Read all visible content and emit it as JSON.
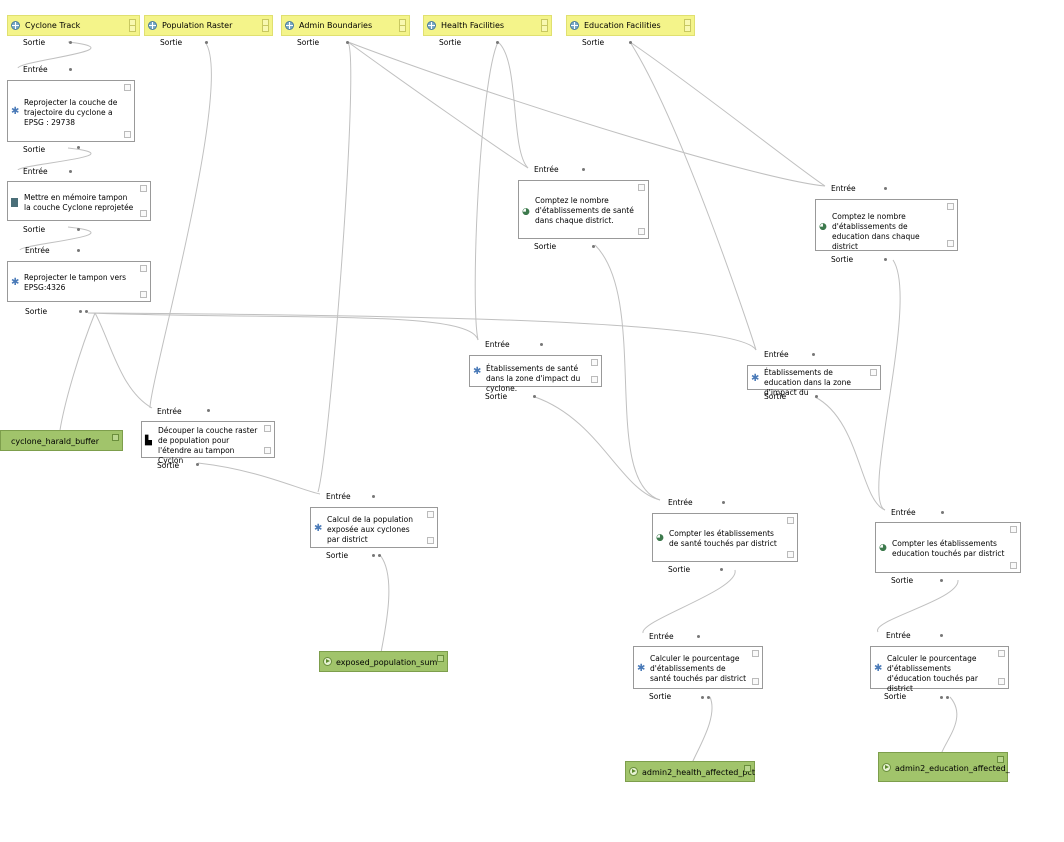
{
  "ports": {
    "in": "Entrée",
    "out": "Sortie"
  },
  "inputs": [
    {
      "label": "Cyclone Track"
    },
    {
      "label": "Population Raster"
    },
    {
      "label": "Admin Boundaries"
    },
    {
      "label": "Health Facilities"
    },
    {
      "label": "Education Facilities"
    }
  ],
  "algorithms": [
    {
      "label": "Reprojecter la couche de trajectoire du cyclone a EPSG : 29738",
      "icon": "gear-icon"
    },
    {
      "label": "Mettre en mémoire tampon la couche Cyclone reprojetée",
      "icon": "buffer-icon"
    },
    {
      "label": "Reprojecter le tampon vers EPSG:4326",
      "icon": "gear-icon"
    },
    {
      "label": "Découper la couche raster de population pour l'étendre au tampon Cyclon",
      "icon": "raster-clip-icon"
    },
    {
      "label": "Calcul de la population exposée aux cyclones par district",
      "icon": "gear-icon"
    },
    {
      "label": "Comptez le nombre d'établissements de santé dans chaque district.",
      "icon": "count-icon"
    },
    {
      "label": "Établissements de santé dans la zone d'impact du cyclone.",
      "icon": "gear-icon"
    },
    {
      "label": "Comptez le nombre d'établissements de education dans chaque district",
      "icon": "count-icon"
    },
    {
      "label": "Établissements de education dans la zone d'impact du",
      "icon": "gear-icon"
    },
    {
      "label": "Compter les établissements de santé touchés par district",
      "icon": "count-icon"
    },
    {
      "label": "Compter les établissements education touchés par district",
      "icon": "count-icon"
    },
    {
      "label": "Calculer le pourcentage d'établissements de santé touchés par district",
      "icon": "gear-icon"
    },
    {
      "label": "Calculer le pourcentage d'établissements d'éducation touchés par district",
      "icon": "gear-icon"
    }
  ],
  "outputs": [
    {
      "label": "cyclone_harald_buffer"
    },
    {
      "label": "exposed_population_sum"
    },
    {
      "label": "admin2_health_affected_pct"
    },
    {
      "label": "admin2_education_affected_"
    }
  ],
  "colors": {
    "input": "#f4f48a",
    "output": "#a1c46b",
    "link": "#b8b8b8"
  }
}
